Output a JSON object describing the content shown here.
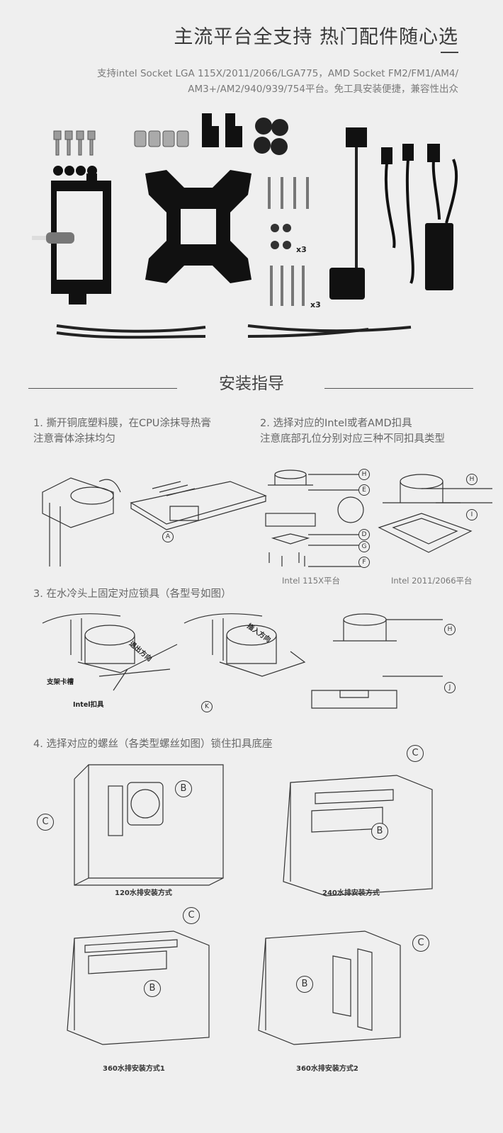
{
  "header": {
    "title": "主流平台全支持 热门配件随心选",
    "subtitle_line1": "支持intel Socket LGA 115X/2011/2066/LGA775，AMD Socket FM2/FM1/AM4/",
    "subtitle_line2": "AM3+/AM2/940/939/754平台。免工具安装便捷，兼容性出众"
  },
  "accessories": {
    "qty_label_1": "x3",
    "qty_label_2": "x3"
  },
  "section_title": "安装指导",
  "steps": [
    {
      "line1": "1. 撕开铜底塑料膜，在CPU涂抹导热膏",
      "line2": "注意膏体涂抹均匀",
      "labels": [
        "A"
      ]
    },
    {
      "line1": "2. 选择对应的Intel或者AMD扣具",
      "line2": "注意底部孔位分别对应三种不同扣具类型",
      "captions": [
        "Intel 115X平台",
        "Intel 2011/2066平台"
      ],
      "labels": [
        "H",
        "E",
        "D",
        "G",
        "F",
        "H",
        "I"
      ]
    },
    {
      "line1": "3. 在水冷头上固定对应锁具（各型号如图）",
      "annotations": [
        "支架卡槽",
        "Intel扣具",
        "退出方向",
        "插入方向"
      ],
      "labels": [
        "K",
        "H",
        "J"
      ]
    },
    {
      "line1": "4. 选择对应的螺丝（各类型螺丝如图）锁住扣具底座",
      "captions": [
        "120水排安装方式",
        "240水排安装方式",
        "360水排安装方式1",
        "360水排安装方式2"
      ],
      "labels": [
        "B",
        "C"
      ]
    }
  ]
}
